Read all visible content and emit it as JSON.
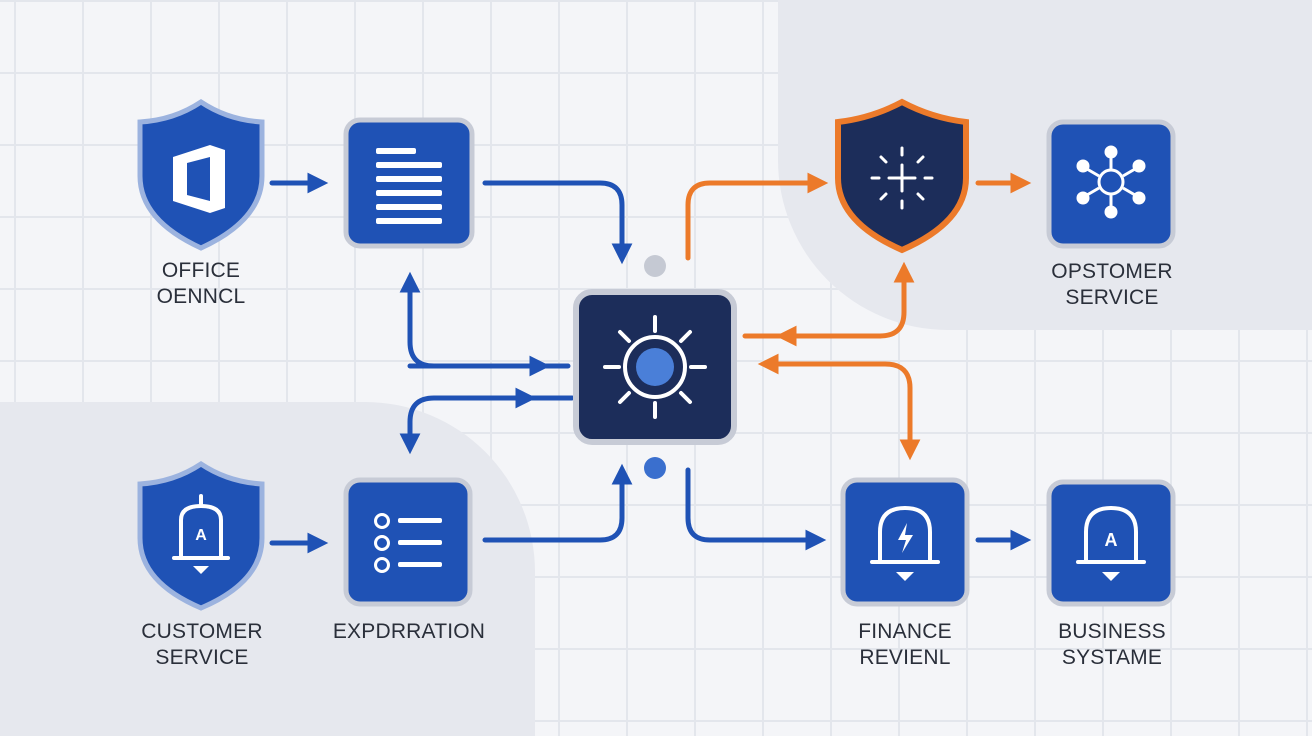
{
  "nodes": [
    {
      "id": "office-shield",
      "icon": "office-logo-icon",
      "label_lines": [
        "OFFICE",
        "OENNCL"
      ]
    },
    {
      "id": "document-box",
      "icon": "document-lines-icon",
      "label_lines": []
    },
    {
      "id": "central-hub",
      "icon": "sun-gear-icon",
      "label_lines": []
    },
    {
      "id": "security-shield",
      "icon": "sparkle-cross-icon",
      "label_lines": []
    },
    {
      "id": "network-box",
      "icon": "network-nodes-icon",
      "label_lines": [
        "OPSTOMER",
        "SERVICE"
      ]
    },
    {
      "id": "customer-shield",
      "icon": "bell-a-icon",
      "label_lines": [
        "CUSTOMER",
        "SERVICE"
      ]
    },
    {
      "id": "exploration-box",
      "icon": "checklist-icon",
      "label_lines": [
        "EXPDRRATION"
      ]
    },
    {
      "id": "finance-box",
      "icon": "bell-bolt-icon",
      "label_lines": [
        "FINANCE",
        "REVIENL"
      ]
    },
    {
      "id": "business-box",
      "icon": "bell-a-icon",
      "label_lines": [
        "BUSINESS",
        "SYSTAME"
      ]
    }
  ],
  "icon_glyph_letter": "A",
  "colors": {
    "primary_blue": "#1f52b5",
    "dark_navy": "#1c2d5a",
    "accent_orange": "#ec7a2a",
    "node_border": "#c7cbd6",
    "label_text": "#2a2f3a"
  }
}
